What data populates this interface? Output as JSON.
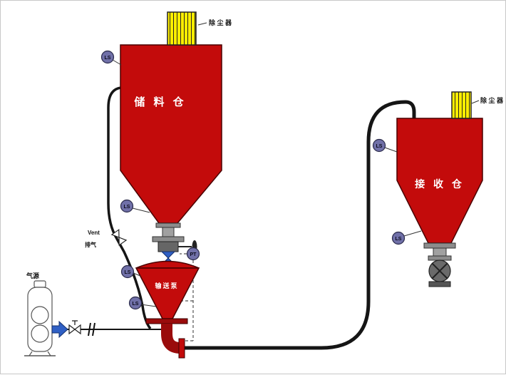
{
  "diagram": {
    "type": "pneumatic-conveying-process-diagram",
    "background": "#ffffff",
    "colors": {
      "vessel_red": "#c30b0b",
      "vessel_outline": "#4a0000",
      "dark_red": "#9a0b0b",
      "collector_yellow": "#ffee00",
      "instrument_fill": "#7070a8",
      "pipe_black": "#151515",
      "valve_gray": "#8c8c8c",
      "valve_dark_gray": "#666666",
      "blue": "#2f5fc4"
    },
    "vessels": {
      "storage_silo": {
        "label": "储 料 仓"
      },
      "receiving_silo": {
        "label": "接 收 仓"
      },
      "transfer_pump": {
        "label": "输送泵"
      }
    },
    "dust_collectors": {
      "left_label": "除 尘 器",
      "right_label": "除 尘 器"
    },
    "annotations": {
      "vent_en": "Vent",
      "vent_cn": "排气",
      "air_source": "气源"
    },
    "instruments": [
      {
        "id": "ls-storage-top",
        "label": "LS"
      },
      {
        "id": "ls-storage-cone",
        "label": "LS"
      },
      {
        "id": "ls-pump-upper",
        "label": "LS"
      },
      {
        "id": "ls-pump-lower",
        "label": "LS"
      },
      {
        "id": "pt-pump",
        "label": "PT"
      },
      {
        "id": "ls-receiver-upper",
        "label": "LS"
      },
      {
        "id": "ls-receiver-lower",
        "label": "LS"
      }
    ]
  }
}
